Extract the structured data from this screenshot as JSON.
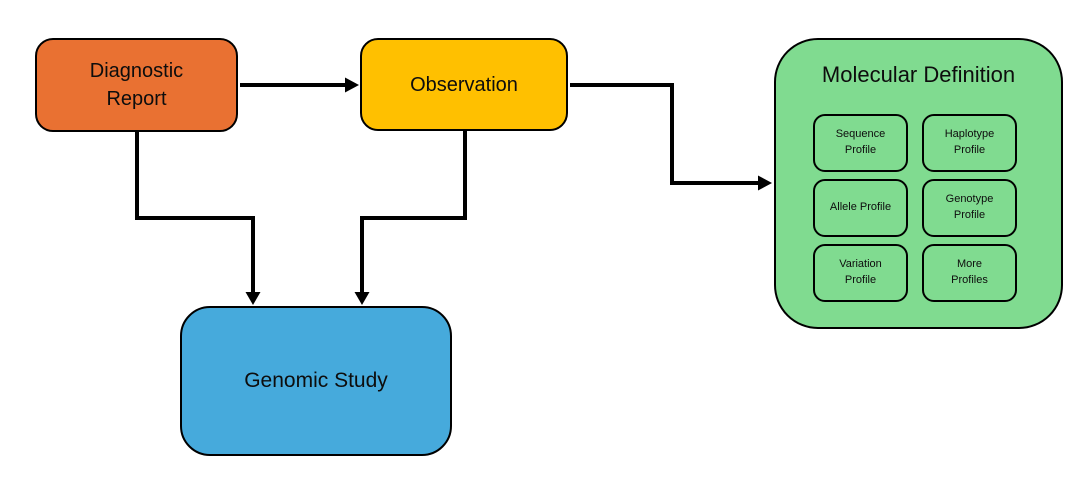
{
  "diagram": {
    "nodes": {
      "diagnostic_report": {
        "label": "Diagnostic Report",
        "fill": "#E97132"
      },
      "observation": {
        "label": "Observation",
        "fill": "#FFC000"
      },
      "genomic_study": {
        "label": "Genomic Study",
        "fill": "#46AADC"
      },
      "molecular_definition": {
        "label": "Molecular Definition",
        "fill": "#80DB90",
        "profiles": [
          {
            "label": "Sequence Profile"
          },
          {
            "label": "Haplotype Profile"
          },
          {
            "label": "Allele Profile"
          },
          {
            "label": "Genotype Profile"
          },
          {
            "label": "Variation Profile"
          },
          {
            "label": "More Profiles"
          }
        ]
      }
    },
    "connections": [
      {
        "from": "Diagnostic Report",
        "to": "Observation"
      },
      {
        "from": "Observation",
        "to": "Molecular Definition"
      },
      {
        "from": "Diagnostic Report",
        "to": "Genomic Study"
      },
      {
        "from": "Observation",
        "to": "Genomic Study"
      }
    ],
    "colors": {
      "connector": "#000000",
      "border": "#000000",
      "background": "#FFFFFF",
      "text": "#0D0D0D"
    }
  }
}
